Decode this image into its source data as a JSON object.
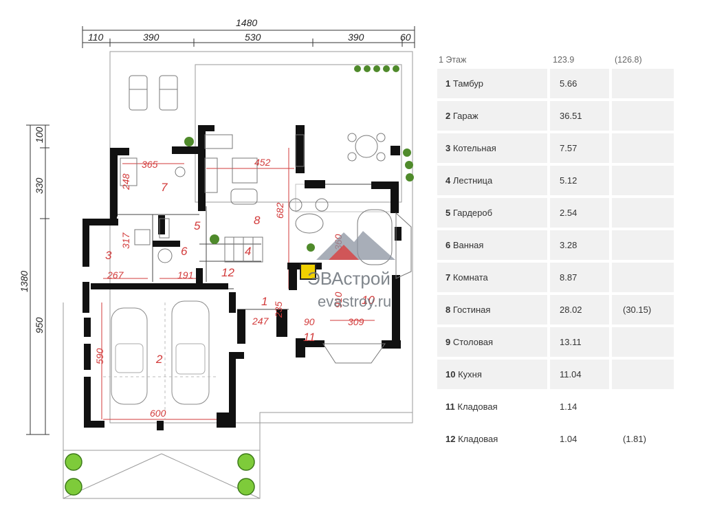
{
  "plan": {
    "dims_top": {
      "total": "1480",
      "d1": "110",
      "d2": "390",
      "d3": "530",
      "d4": "390",
      "d5": "60"
    },
    "dims_left": {
      "total": "1380",
      "d1": "100",
      "d2": "330",
      "d3": "950"
    },
    "room_numbers": [
      "1",
      "2",
      "3",
      "4",
      "5",
      "6",
      "7",
      "8",
      "10",
      "11",
      "12"
    ],
    "room_dims": [
      "365",
      "248",
      "452",
      "682",
      "317",
      "267",
      "191",
      "235",
      "247",
      "90",
      "309",
      "590",
      "600",
      "360",
      "910"
    ],
    "watermark": {
      "brand": "ЭВАстрой",
      "site": "evastroy.ru"
    }
  },
  "table": {
    "header": {
      "floor": "1 Этаж",
      "area": "123.9",
      "area_alt": "(126.8)"
    },
    "rows": [
      {
        "num": "1",
        "name": "Тамбур",
        "area": "5.66",
        "alt": ""
      },
      {
        "num": "2",
        "name": "Гараж",
        "area": "36.51",
        "alt": ""
      },
      {
        "num": "3",
        "name": "Котельная",
        "area": "7.57",
        "alt": ""
      },
      {
        "num": "4",
        "name": "Лестница",
        "area": "5.12",
        "alt": ""
      },
      {
        "num": "5",
        "name": "Гардероб",
        "area": "2.54",
        "alt": ""
      },
      {
        "num": "6",
        "name": "Ванная",
        "area": "3.28",
        "alt": ""
      },
      {
        "num": "7",
        "name": "Комната",
        "area": "8.87",
        "alt": ""
      },
      {
        "num": "8",
        "name": "Гостиная",
        "area": "28.02",
        "alt": "(30.15)"
      },
      {
        "num": "9",
        "name": "Столовая",
        "area": "13.11",
        "alt": ""
      },
      {
        "num": "10",
        "name": "Кухня",
        "area": "11.04",
        "alt": ""
      },
      {
        "num": "11",
        "name": "Кладовая",
        "area": "1.14",
        "alt": ""
      },
      {
        "num": "12",
        "name": "Кладовая",
        "area": "1.04",
        "alt": "(1.81)"
      }
    ]
  }
}
